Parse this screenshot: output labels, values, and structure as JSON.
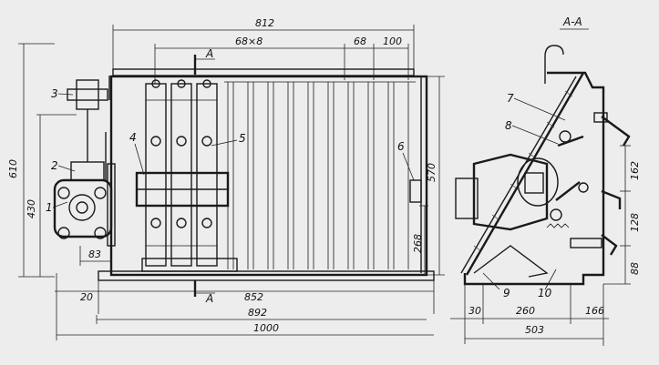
{
  "section_title": "А-А",
  "section_marks": [
    "А",
    "А"
  ],
  "dimensions": {
    "top_width": "812",
    "pitch": "68×8",
    "pitch_last": "68",
    "right_offset": "100",
    "height_total": "610",
    "height_frame": "430",
    "height_right": "570",
    "height_lower": "268",
    "bottom_left": "20",
    "base_width": "852",
    "overall_892": "892",
    "overall_1000": "1000",
    "small_83": "83",
    "side_162": "162",
    "side_128": "128",
    "side_88": "88",
    "side_30": "30",
    "side_260": "260",
    "side_166": "166",
    "side_503": "503"
  },
  "callouts": [
    "1",
    "2",
    "3",
    "4",
    "5",
    "6",
    "7",
    "8",
    "9",
    "10"
  ]
}
